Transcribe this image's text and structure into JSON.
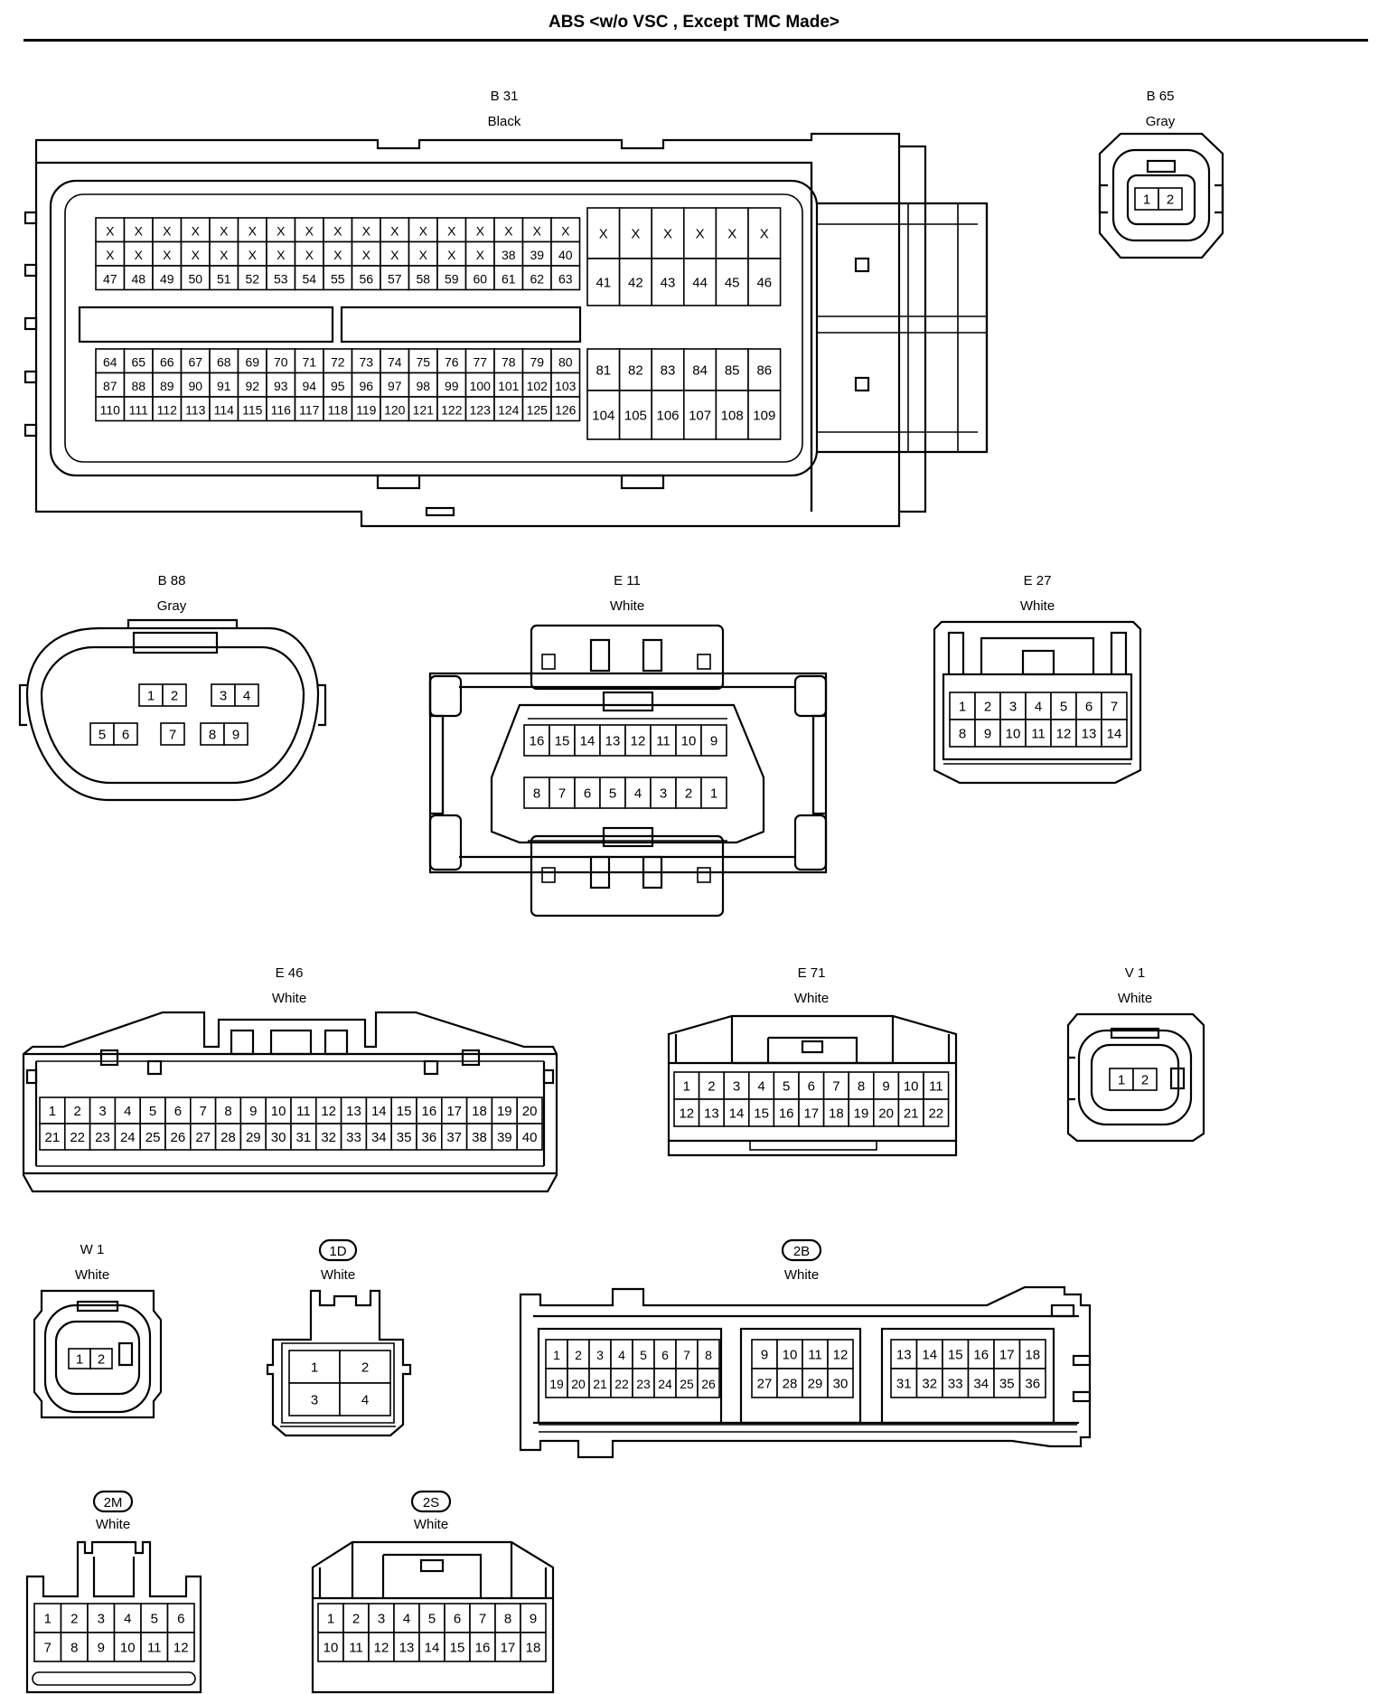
{
  "title": "ABS <w/o VSC , Except TMC Made>",
  "connectors": {
    "B31": {
      "code": "B 31",
      "color": "Black",
      "rows": [
        [
          "X",
          "X",
          "X",
          "X",
          "X",
          "X",
          "X",
          "X",
          "X",
          "X",
          "X",
          "X",
          "X",
          "X",
          "X",
          "X",
          "X"
        ],
        [
          "X",
          "X",
          "X",
          "X",
          "X",
          "X",
          "X",
          "X",
          "X",
          "X",
          "X",
          "X",
          "X",
          "X",
          "38",
          "39",
          "40"
        ],
        [
          "47",
          "48",
          "49",
          "50",
          "51",
          "52",
          "53",
          "54",
          "55",
          "56",
          "57",
          "58",
          "59",
          "60",
          "61",
          "62",
          "63"
        ],
        [
          "64",
          "65",
          "66",
          "67",
          "68",
          "69",
          "70",
          "71",
          "72",
          "73",
          "74",
          "75",
          "76",
          "77",
          "78",
          "79",
          "80"
        ],
        [
          "87",
          "88",
          "89",
          "90",
          "91",
          "92",
          "93",
          "94",
          "95",
          "96",
          "97",
          "98",
          "99",
          "100",
          "101",
          "102",
          "103"
        ],
        [
          "110",
          "111",
          "112",
          "113",
          "114",
          "115",
          "116",
          "117",
          "118",
          "119",
          "120",
          "121",
          "122",
          "123",
          "124",
          "125",
          "126"
        ]
      ],
      "right_rows": [
        [
          "X",
          "X",
          "X",
          "X",
          "X",
          "X"
        ],
        [
          "41",
          "42",
          "43",
          "44",
          "45",
          "46"
        ],
        [
          "81",
          "82",
          "83",
          "84",
          "85",
          "86"
        ],
        [
          "104",
          "105",
          "106",
          "107",
          "108",
          "109"
        ]
      ]
    },
    "B65": {
      "code": "B 65",
      "color": "Gray",
      "pins": [
        "1",
        "2"
      ]
    },
    "B88": {
      "code": "B 88",
      "color": "Gray",
      "pins": [
        "1",
        "2",
        "3",
        "4",
        "5",
        "6",
        "7",
        "8",
        "9"
      ]
    },
    "E11": {
      "code": "E 11",
      "color": "White",
      "rows": [
        [
          "16",
          "15",
          "14",
          "13",
          "12",
          "11",
          "10",
          "9"
        ],
        [
          "8",
          "7",
          "6",
          "5",
          "4",
          "3",
          "2",
          "1"
        ]
      ]
    },
    "E27": {
      "code": "E 27",
      "color": "White",
      "rows": [
        [
          "1",
          "2",
          "3",
          "4",
          "5",
          "6",
          "7"
        ],
        [
          "8",
          "9",
          "10",
          "11",
          "12",
          "13",
          "14"
        ]
      ]
    },
    "E46": {
      "code": "E 46",
      "color": "White",
      "rows": [
        [
          "1",
          "2",
          "3",
          "4",
          "5",
          "6",
          "7",
          "8",
          "9",
          "10",
          "11",
          "12",
          "13",
          "14",
          "15",
          "16",
          "17",
          "18",
          "19",
          "20"
        ],
        [
          "21",
          "22",
          "23",
          "24",
          "25",
          "26",
          "27",
          "28",
          "29",
          "30",
          "31",
          "32",
          "33",
          "34",
          "35",
          "36",
          "37",
          "38",
          "39",
          "40"
        ]
      ]
    },
    "E71": {
      "code": "E 71",
      "color": "White",
      "rows": [
        [
          "1",
          "2",
          "3",
          "4",
          "5",
          "6",
          "7",
          "8",
          "9",
          "10",
          "11"
        ],
        [
          "12",
          "13",
          "14",
          "15",
          "16",
          "17",
          "18",
          "19",
          "20",
          "21",
          "22"
        ]
      ]
    },
    "V1": {
      "code": "V 1",
      "color": "White",
      "pins": [
        "1",
        "2"
      ]
    },
    "W1": {
      "code": "W 1",
      "color": "White",
      "pins": [
        "1",
        "2"
      ]
    },
    "1D": {
      "code": "1D",
      "color": "White",
      "rows": [
        [
          "1",
          "2"
        ],
        [
          "3",
          "4"
        ]
      ]
    },
    "2B": {
      "code": "2B",
      "color": "White",
      "groups": [
        {
          "rows": [
            [
              "1",
              "2",
              "3",
              "4",
              "5",
              "6",
              "7",
              "8"
            ],
            [
              "19",
              "20",
              "21",
              "22",
              "23",
              "24",
              "25",
              "26"
            ]
          ]
        },
        {
          "rows": [
            [
              "9",
              "10",
              "11",
              "12"
            ],
            [
              "27",
              "28",
              "29",
              "30"
            ]
          ]
        },
        {
          "rows": [
            [
              "13",
              "14",
              "15",
              "16",
              "17",
              "18"
            ],
            [
              "31",
              "32",
              "33",
              "34",
              "35",
              "36"
            ]
          ]
        }
      ]
    },
    "2M": {
      "code": "2M",
      "color": "White",
      "rows": [
        [
          "1",
          "2",
          "3",
          "4",
          "5",
          "6"
        ],
        [
          "7",
          "8",
          "9",
          "10",
          "11",
          "12"
        ]
      ]
    },
    "2S": {
      "code": "2S",
      "color": "White",
      "rows": [
        [
          "1",
          "2",
          "3",
          "4",
          "5",
          "6",
          "7",
          "8",
          "9"
        ],
        [
          "10",
          "11",
          "12",
          "13",
          "14",
          "15",
          "16",
          "17",
          "18"
        ]
      ]
    }
  }
}
